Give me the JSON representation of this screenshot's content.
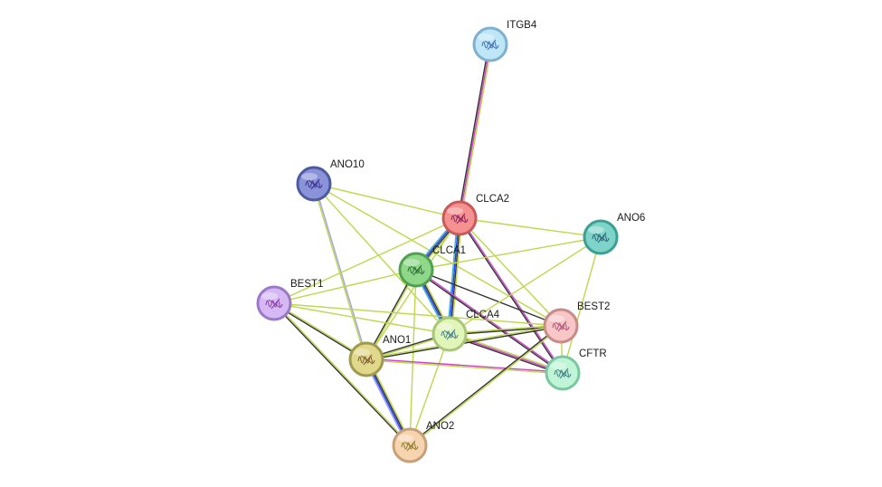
{
  "network": {
    "nodes": [
      {
        "id": "ITGB4",
        "label": "ITGB4",
        "fill": "#bfe6f7",
        "stroke": "#7fb0cf",
        "glyph": "#3f6fb0"
      },
      {
        "id": "ANO10",
        "label": "ANO10",
        "fill": "#8a93d8",
        "stroke": "#4d5aa0",
        "glyph": "#3a2f8a"
      },
      {
        "id": "CLCA2",
        "label": "CLCA2",
        "fill": "#f59191",
        "stroke": "#c85a5a",
        "glyph": "#8a1f5a"
      },
      {
        "id": "ANO6",
        "label": "ANO6",
        "fill": "#7fd4c9",
        "stroke": "#3d9f94",
        "glyph": "#2f5f7a"
      },
      {
        "id": "CLCA1",
        "label": "CLCA1",
        "fill": "#8fd88a",
        "stroke": "#4fa04f",
        "glyph": "#2f6a3a"
      },
      {
        "id": "BEST1",
        "label": "BEST1",
        "fill": "#d6b8f5",
        "stroke": "#9a7ac8",
        "glyph": "#8a3fa0"
      },
      {
        "id": "CLCA4",
        "label": "CLCA4",
        "fill": "#e2f5b8",
        "stroke": "#a8c878",
        "glyph": "#3f7a8a"
      },
      {
        "id": "BEST2",
        "label": "BEST2",
        "fill": "#f7c6c6",
        "stroke": "#c88a8a",
        "glyph": "#b0507a"
      },
      {
        "id": "ANO1",
        "label": "ANO1",
        "fill": "#e0d88a",
        "stroke": "#a09a50",
        "glyph": "#7a5a2a"
      },
      {
        "id": "CFTR",
        "label": "CFTR",
        "fill": "#bff5d6",
        "stroke": "#7ac8a0",
        "glyph": "#3f7a8a"
      },
      {
        "id": "ANO2",
        "label": "ANO2",
        "fill": "#f7d4b0",
        "stroke": "#c8a078",
        "glyph": "#8a7a2a"
      }
    ],
    "edges": [
      {
        "source": "ITGB4",
        "target": "CLCA2",
        "colors": [
          "#bcd84a",
          "#d040d0",
          "#333333"
        ]
      },
      {
        "source": "ANO10",
        "target": "CLCA2",
        "colors": [
          "#bcd84a"
        ]
      },
      {
        "source": "ANO10",
        "target": "CLCA4",
        "colors": [
          "#bcd84a"
        ]
      },
      {
        "source": "ANO10",
        "target": "ANO1",
        "colors": [
          "#a0a0e8",
          "#bcd84a"
        ]
      },
      {
        "source": "ANO10",
        "target": "BEST2",
        "colors": [
          "#bcd84a"
        ]
      },
      {
        "source": "CLCA2",
        "target": "CLCA1",
        "colors": [
          "#bcd84a",
          "#333333",
          "#2040ff",
          "#40b0c0"
        ]
      },
      {
        "source": "CLCA2",
        "target": "CLCA4",
        "colors": [
          "#bcd84a",
          "#333333",
          "#2040ff",
          "#40b0c0"
        ]
      },
      {
        "source": "CLCA2",
        "target": "ANO6",
        "colors": [
          "#bcd84a"
        ]
      },
      {
        "source": "CLCA2",
        "target": "BEST1",
        "colors": [
          "#bcd84a"
        ]
      },
      {
        "source": "CLCA2",
        "target": "CFTR",
        "colors": [
          "#d040d0",
          "#333333"
        ]
      },
      {
        "source": "CLCA2",
        "target": "BEST2",
        "colors": [
          "#bcd84a"
        ]
      },
      {
        "source": "CLCA2",
        "target": "ANO1",
        "colors": [
          "#bcd84a"
        ]
      },
      {
        "source": "CLCA1",
        "target": "CLCA4",
        "colors": [
          "#bcd84a",
          "#333333",
          "#2040ff",
          "#40b0c0"
        ]
      },
      {
        "source": "CLCA1",
        "target": "ANO6",
        "colors": [
          "#bcd84a"
        ]
      },
      {
        "source": "CLCA1",
        "target": "BEST1",
        "colors": [
          "#bcd84a"
        ]
      },
      {
        "source": "CLCA1",
        "target": "ANO1",
        "colors": [
          "#bcd84a",
          "#333333"
        ]
      },
      {
        "source": "CLCA1",
        "target": "ANO2",
        "colors": [
          "#bcd84a"
        ]
      },
      {
        "source": "CLCA1",
        "target": "CFTR",
        "colors": [
          "#d040d0",
          "#333333"
        ]
      },
      {
        "source": "CLCA1",
        "target": "BEST2",
        "colors": [
          "#333333"
        ]
      },
      {
        "source": "CLCA4",
        "target": "BEST1",
        "colors": [
          "#bcd84a"
        ]
      },
      {
        "source": "CLCA4",
        "target": "ANO1",
        "colors": [
          "#bcd84a",
          "#333333"
        ]
      },
      {
        "source": "CLCA4",
        "target": "ANO2",
        "colors": [
          "#bcd84a"
        ]
      },
      {
        "source": "CLCA4",
        "target": "BEST2",
        "colors": [
          "#bcd84a",
          "#333333"
        ]
      },
      {
        "source": "CLCA4",
        "target": "CFTR",
        "colors": [
          "#bcd84a",
          "#d040d0",
          "#333333"
        ]
      },
      {
        "source": "CLCA4",
        "target": "ANO6",
        "colors": [
          "#bcd84a"
        ]
      },
      {
        "source": "ANO6",
        "target": "CFTR",
        "colors": [
          "#bcd84a"
        ]
      },
      {
        "source": "BEST1",
        "target": "ANO1",
        "colors": [
          "#bcd84a",
          "#333333"
        ]
      },
      {
        "source": "BEST1",
        "target": "ANO2",
        "colors": [
          "#bcd84a",
          "#333333"
        ]
      },
      {
        "source": "BEST1",
        "target": "BEST2",
        "colors": [
          "#bcd84a"
        ]
      },
      {
        "source": "ANO1",
        "target": "ANO2",
        "colors": [
          "#bcd84a",
          "#333333",
          "#2040ff",
          "#a0a0e8"
        ]
      },
      {
        "source": "ANO1",
        "target": "CFTR",
        "colors": [
          "#d040d0",
          "#bcd84a"
        ]
      },
      {
        "source": "ANO1",
        "target": "BEST2",
        "colors": [
          "#bcd84a",
          "#333333"
        ]
      },
      {
        "source": "ANO2",
        "target": "BEST2",
        "colors": [
          "#333333",
          "#bcd84a"
        ]
      },
      {
        "source": "BEST2",
        "target": "CFTR",
        "colors": [
          "#bcd84a"
        ]
      }
    ]
  }
}
